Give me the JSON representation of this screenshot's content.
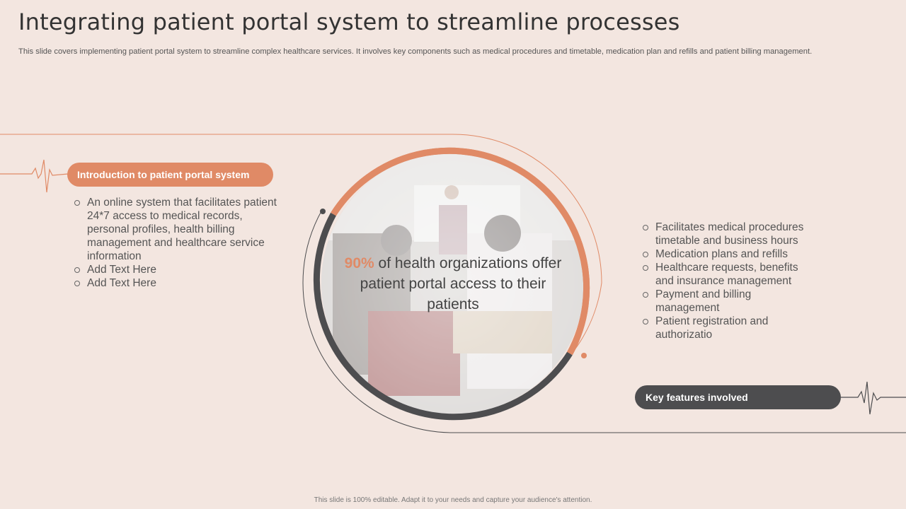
{
  "slide": {
    "title": "Integrating patient portal system to streamline processes",
    "subtitle": "This slide covers implementing patient portal system to streamline complex healthcare services. It involves key components such as medical procedures and timetable, medication plan and refills and patient billing management.",
    "footer": "This slide is 100% editable. Adapt it to your needs and capture your audience's attention."
  },
  "intro": {
    "heading": "Introduction to patient portal system",
    "bullets": [
      "An online system that facilitates patient 24*7 access to medical records, personal profiles, health billing management and healthcare service information",
      "Add Text Here",
      "Add Text Here"
    ]
  },
  "center": {
    "percent": "90%",
    "text": " of health organizations offer patient portal access to their patients"
  },
  "features": {
    "heading": "Key features involved",
    "bullets": [
      "Facilitates medical procedures timetable and business hours",
      "Medication plans and refills",
      "Healthcare requests, benefits and insurance management",
      "Payment and billing management",
      "Patient registration and authorizatio"
    ]
  },
  "colors": {
    "accent": "#e08a66",
    "dark": "#4d4d4f",
    "background": "#f3e6e0"
  }
}
